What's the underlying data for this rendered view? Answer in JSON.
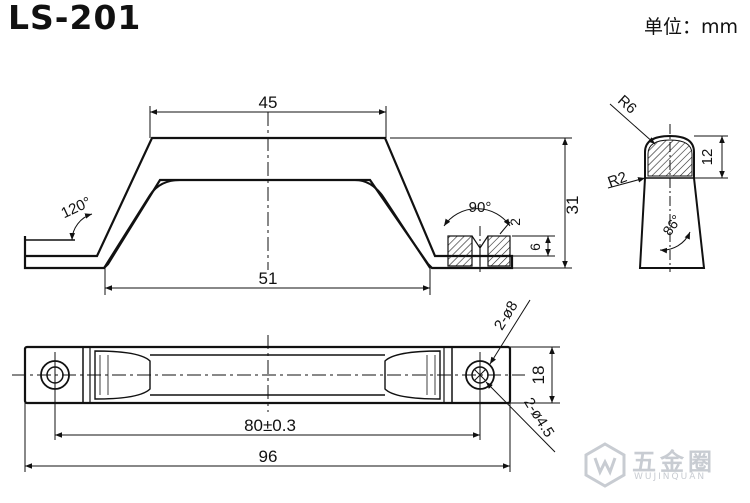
{
  "header": {
    "part_number": "LS-201",
    "unit_label": "单位：mm"
  },
  "dimensions": {
    "top_width": "45",
    "bottom_width": "51",
    "height": "31",
    "left_angle": "120°",
    "right_angle": "90°",
    "counterbore_depth": "2",
    "foot_thickness": "6",
    "top_radius": "R6",
    "edge_radius": "R2",
    "section_height": "12",
    "taper_angle": "86°",
    "counterbore": "2-ø8",
    "hole_spacing": "80±0.3",
    "overall_length": "96",
    "width": "18",
    "hole_diameter": "2-ø4.5"
  },
  "watermark": {
    "brand": "五金圈",
    "sub": "WUJINQUAN"
  }
}
